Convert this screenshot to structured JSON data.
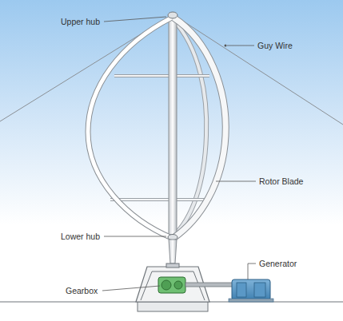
{
  "diagram": {
    "labels": [
      "Upper hub",
      "Guy Wire",
      "Rotor Blade",
      "Lower hub",
      "Generator",
      "Gearbox"
    ]
  }
}
